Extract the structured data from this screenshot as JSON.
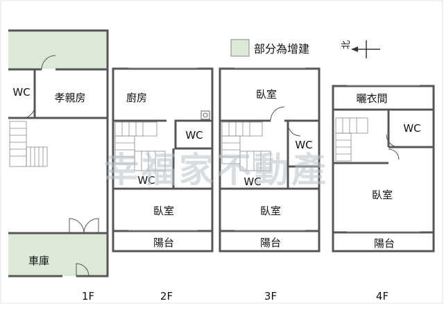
{
  "legend": {
    "text": "部分為增建",
    "swatch_color": "#dbe9d6"
  },
  "compass": {
    "label": "北"
  },
  "watermark": "幸福家不動產",
  "colors": {
    "wall": "#555555",
    "addition": "#dbe9d6",
    "background": "#ffffff"
  },
  "floors": [
    {
      "level": "1F",
      "rooms": [
        "WC",
        "孝親房",
        "車庫"
      ]
    },
    {
      "level": "2F",
      "rooms": [
        "廚房",
        "WC",
        "WC",
        "臥室",
        "陽台"
      ]
    },
    {
      "level": "3F",
      "rooms": [
        "臥室",
        "WC",
        "WC",
        "臥室",
        "陽台"
      ]
    },
    {
      "level": "4F",
      "rooms": [
        "曬衣間",
        "WC",
        "臥室",
        "陽台"
      ]
    }
  ]
}
